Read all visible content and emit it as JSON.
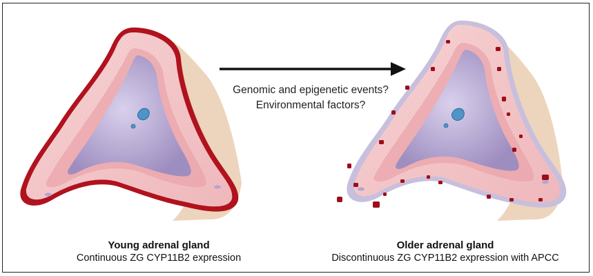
{
  "annotation": {
    "line1": "Genomic and epigenetic events?",
    "line2": "Environmental factors?"
  },
  "captions": {
    "left_title": "Young adrenal gland",
    "left_subtitle": "Continuous ZG CYP11B2 expression",
    "right_title": "Older adrenal gland",
    "right_subtitle": "Discontinuous ZG CYP11B2 expression with APCC"
  },
  "colors": {
    "zg_band": "#b0121e",
    "apcc_clusters": "#9e0d1a",
    "cortex": "#f3c2c5",
    "medulla": "#b3a4cf",
    "fat": "#e9c9a6"
  }
}
